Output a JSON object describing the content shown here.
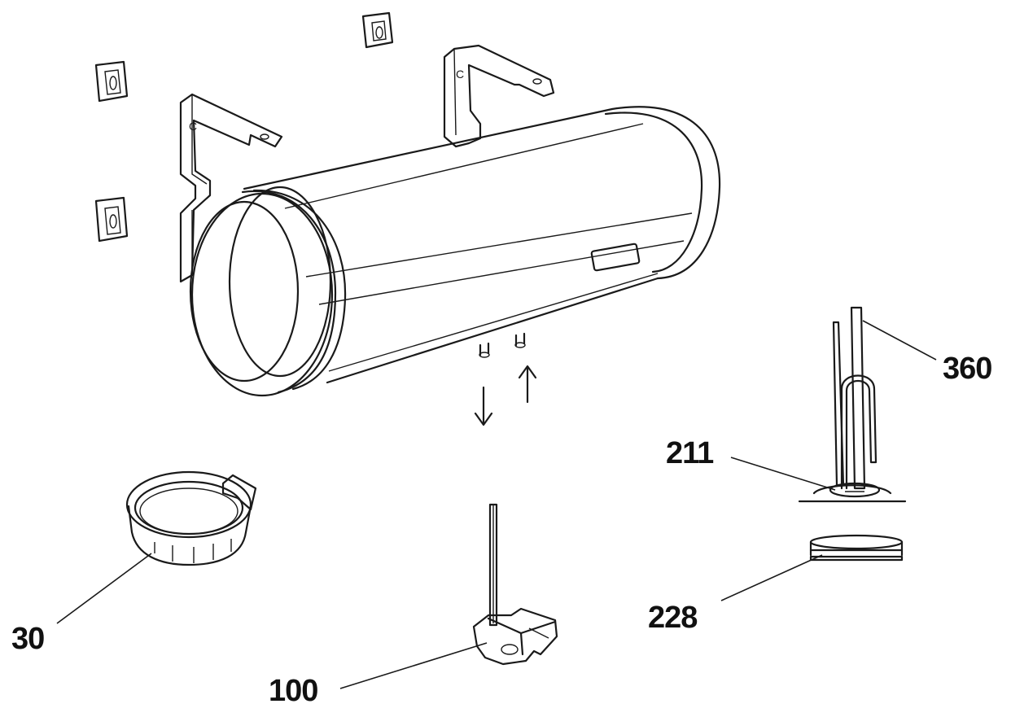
{
  "callouts": {
    "label_360": "360",
    "label_211": "211",
    "label_30": "30",
    "label_228": "228",
    "label_100": "100"
  },
  "bracket_marks": {
    "left_bracket": "C",
    "right_bracket": "C"
  },
  "colors": {
    "line": "#1a1a1a",
    "background": "#ffffff",
    "text": "#111111"
  }
}
